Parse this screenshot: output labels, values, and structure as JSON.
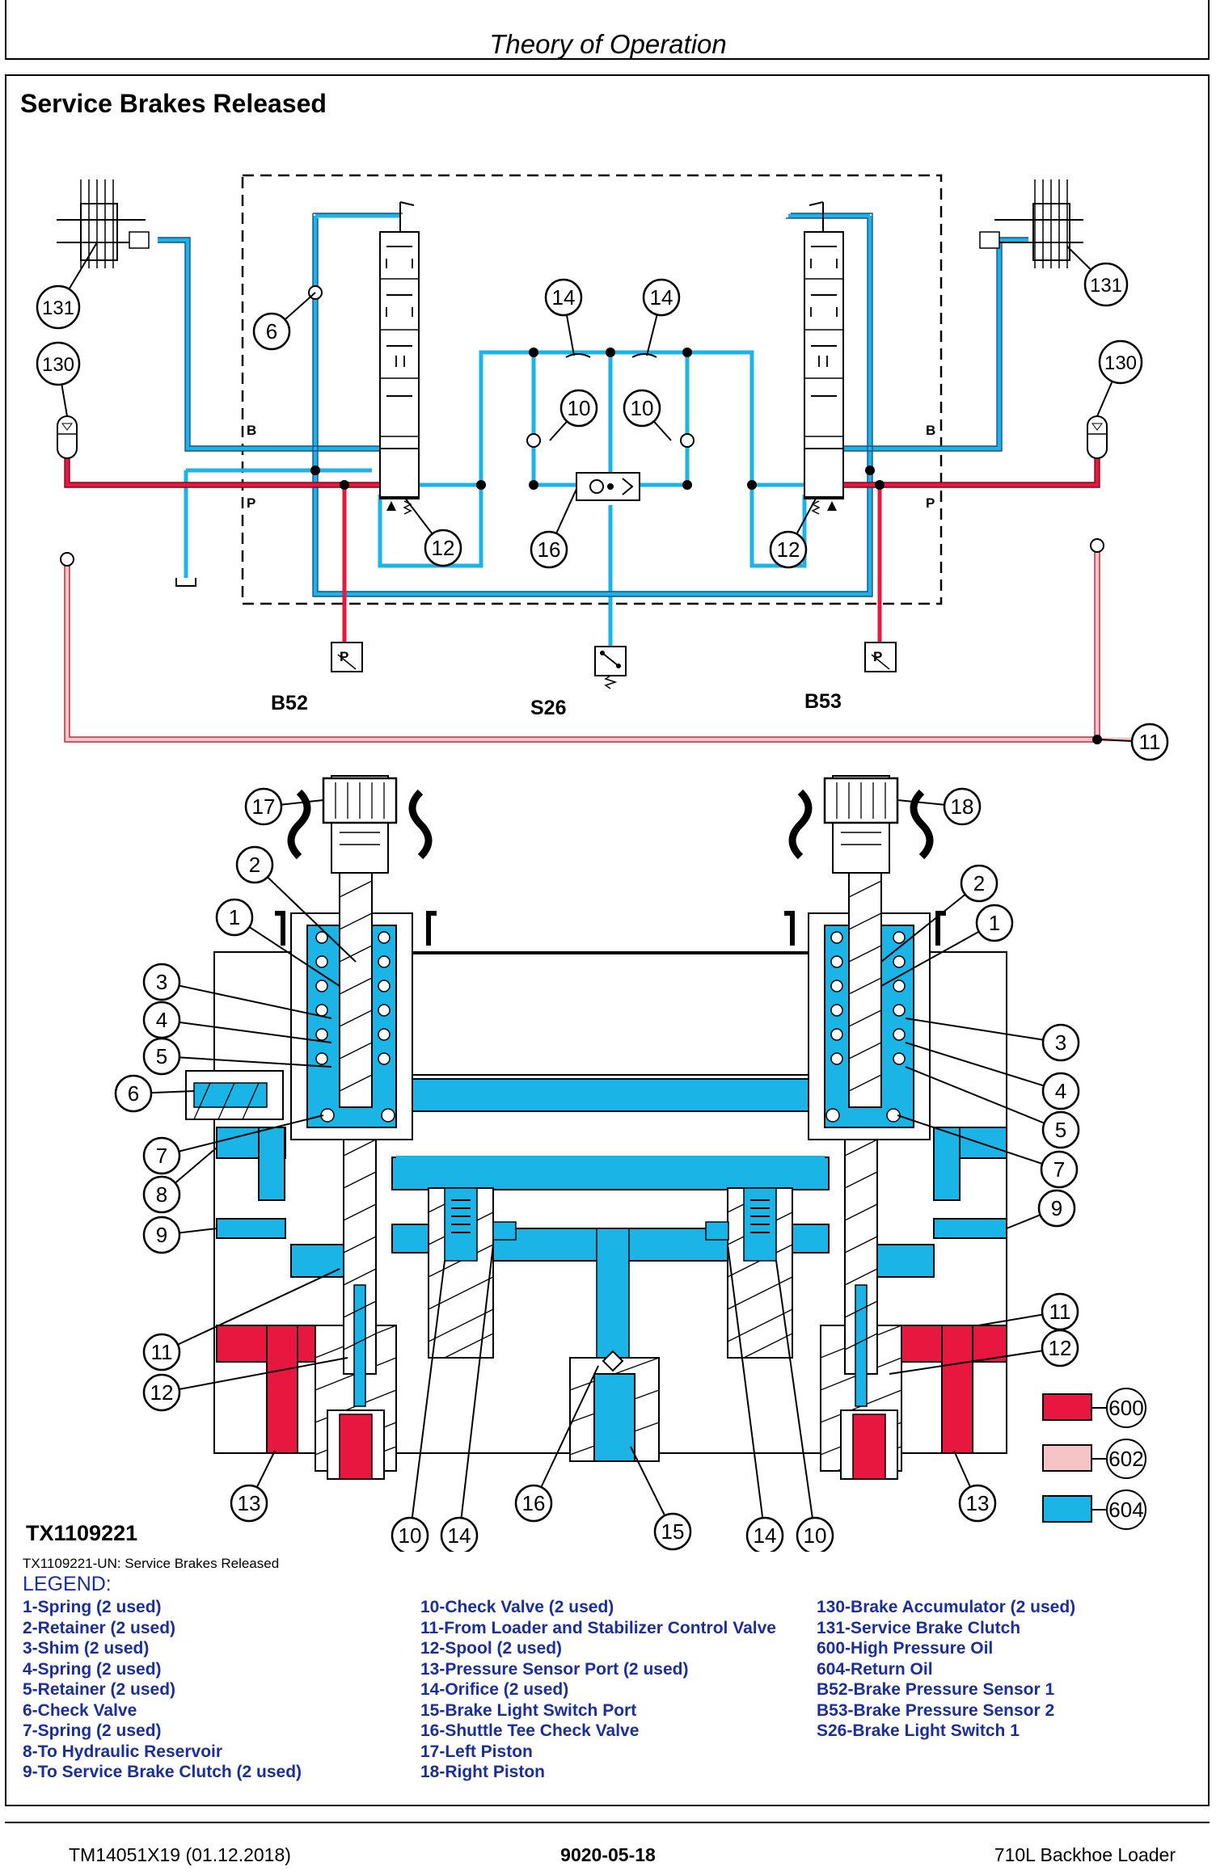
{
  "header": {
    "title": "Theory of Operation"
  },
  "section_title": "Service Brakes Released",
  "schematic": {
    "port_b": "B",
    "port_p": "P",
    "sensor_p": "P",
    "sensors": [
      "B52",
      "S26",
      "B53"
    ]
  },
  "callouts_schematic": [
    "131",
    "130",
    "6",
    "14",
    "14",
    "10",
    "10",
    "12",
    "16",
    "12",
    "131",
    "130",
    "11"
  ],
  "callouts_section": [
    "17",
    "18",
    "2",
    "1",
    "3",
    "4",
    "5",
    "6",
    "7",
    "8",
    "9",
    "11",
    "12",
    "13",
    "10",
    "14",
    "16",
    "15",
    "14",
    "10",
    "2",
    "1",
    "3",
    "4",
    "5",
    "7",
    "9",
    "11",
    "12",
    "13"
  ],
  "color_key": [
    {
      "code": "600",
      "color": "#e8173f"
    },
    {
      "code": "602",
      "color": "#f6c3c6"
    },
    {
      "code": "604",
      "color": "#1ab4e6"
    }
  ],
  "figure_id": "TX1109221",
  "figure_caption": "TX1109221-UN: Service Brakes Released",
  "legend_title": "LEGEND:",
  "legend_col1": [
    "1-Spring (2 used)",
    "2-Retainer (2 used)",
    "3-Shim (2 used)",
    "4-Spring (2 used)",
    "5-Retainer (2 used)",
    "6-Check Valve",
    "7-Spring (2 used)",
    "8-To Hydraulic Reservoir",
    "9-To Service Brake Clutch (2 used)"
  ],
  "legend_col2": [
    "10-Check Valve (2 used)",
    "11-From Loader and Stabilizer Control Valve",
    "12-Spool (2 used)",
    "13-Pressure Sensor Port (2 used)",
    "14-Orifice (2 used)",
    "15-Brake Light Switch Port",
    "16-Shuttle Tee Check Valve",
    "17-Left Piston",
    "18-Right Piston"
  ],
  "legend_col3": [
    "130-Brake Accumulator (2 used)",
    "131-Service Brake Clutch",
    "600-High Pressure Oil",
    "604-Return Oil",
    "B52-Brake Pressure Sensor 1",
    "B53-Brake Pressure Sensor 2",
    "S26-Brake Light Switch 1"
  ],
  "footer": {
    "left": "TM14051X19 (01.12.2018)",
    "center": "9020-05-18",
    "right": "710L Backhoe Loader"
  },
  "colors": {
    "high_pressure": "#e8173f",
    "return": "#1ab4e6",
    "low": "#f6c3c6",
    "legend_text": "#1b2f9a"
  }
}
